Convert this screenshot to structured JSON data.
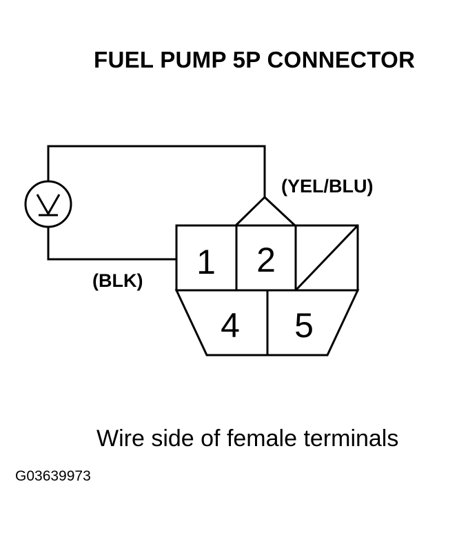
{
  "title": "FUEL PUMP 5P CONNECTOR",
  "wire_labels": {
    "yel_blu": "(YEL/BLU)",
    "blk": "(BLK)"
  },
  "pins": {
    "p1": "1",
    "p2": "2",
    "p4": "4",
    "p5": "5"
  },
  "meter_icon": "voltmeter-icon",
  "caption": "Wire side of female terminals",
  "figure_id": "G03639973"
}
